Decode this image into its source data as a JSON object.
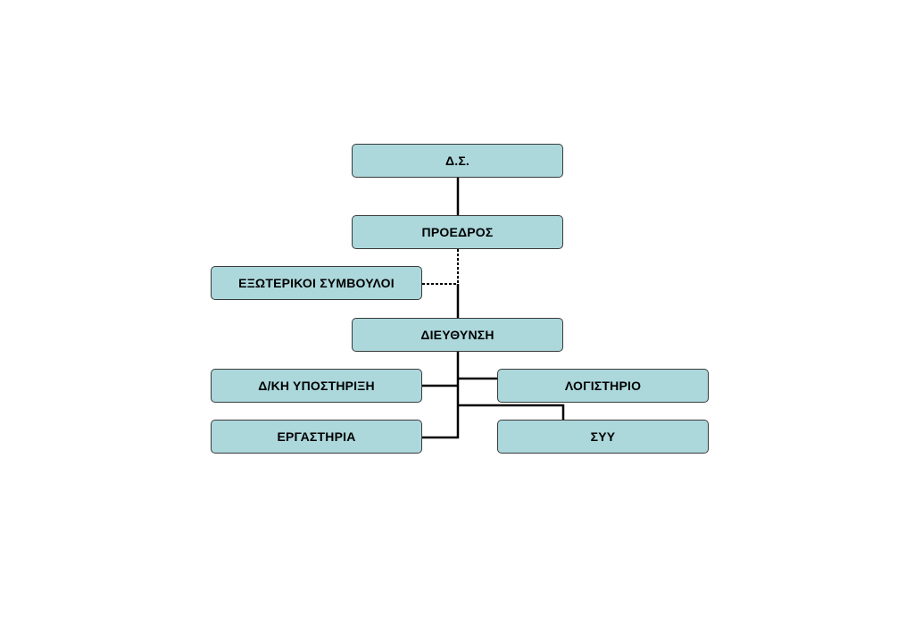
{
  "diagram": {
    "node_fill": "#acd8dc",
    "line_color": "#000000",
    "nodes": {
      "ds": "Δ.Σ.",
      "proedros": "ΠΡΟΕΔΡΟΣ",
      "external_advisors": "ΕΞΩΤΕΡΙΚΟΙ ΣΥΜΒΟΥΛΟΙ",
      "management": "ΔΙΕΥΘΥΝΣΗ",
      "admin_support": "Δ/ΚΗ ΥΠΟΣΤΗΡΙΞΗ",
      "accounting": "ΛΟΓΙΣΤΗΡΙΟ",
      "labs": "ΕΡΓΑΣΤΗΡΙΑ",
      "syy": "ΣΥΥ"
    },
    "edges": [
      {
        "from": "ds",
        "to": "proedros",
        "style": "solid"
      },
      {
        "from": "proedros",
        "to": "management",
        "style": "solid"
      },
      {
        "from": "proedros",
        "to": "external_advisors",
        "style": "dashed"
      },
      {
        "from": "management",
        "to": "admin_support",
        "style": "solid"
      },
      {
        "from": "management",
        "to": "labs",
        "style": "solid"
      },
      {
        "from": "management",
        "to": "accounting",
        "style": "solid"
      },
      {
        "from": "management",
        "to": "syy",
        "style": "solid"
      }
    ]
  }
}
